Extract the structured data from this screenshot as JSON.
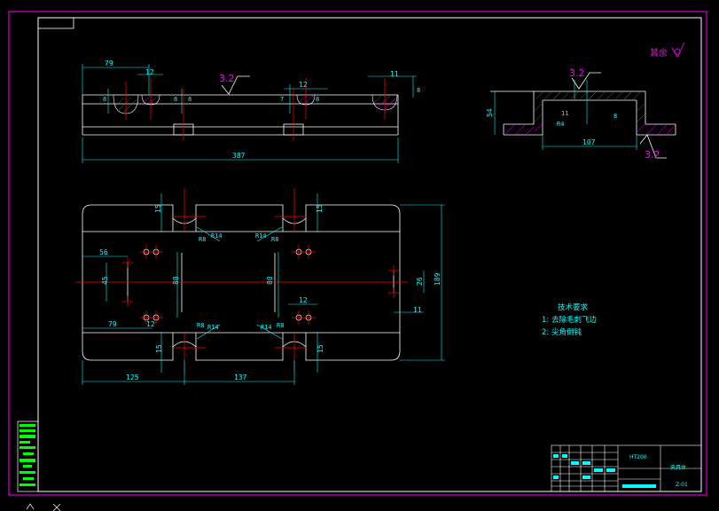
{
  "drawing": {
    "symbol_rest": "其余",
    "roughness_top": "3.2",
    "roughness_section_top": "3.2",
    "roughness_section_bottom": "3.2",
    "front_dims": {
      "left_offset": "79",
      "slot_width_left": "12",
      "slot_width_mid": "12",
      "slot_width_right": "11",
      "small_a": "8",
      "small_b": "8",
      "small_c": "8",
      "small_d": "7",
      "small_e": "8",
      "small_f": "8",
      "overall_length": "387"
    },
    "section_dims": {
      "height": "54",
      "width": "107",
      "wall": "11",
      "r_label": "R4",
      "inner": "8"
    },
    "plan_dims": {
      "top_left_slot_depth": "15",
      "top_right_slot_depth": "15",
      "bottom_left_slot_depth": "15",
      "bottom_right_slot_depth": "15",
      "r8_tl": "R8",
      "r14_tl": "R14",
      "r14_tr": "R14",
      "r8_tr": "R8",
      "r8_bl": "R8",
      "r14_bl": "R14",
      "r14_br": "R14",
      "r8_br": "R8",
      "hole_x_left": "56",
      "hole_span_left": "45",
      "hole_y_left": "80",
      "hole_y_right": "80",
      "hole_pitch_right": "12",
      "hole_pitch_left_bottom": "12",
      "left_bottom_offset": "79",
      "right_hole_span": "26",
      "right_hole_pitch": "11",
      "overall_width": "189",
      "dist_125": "125",
      "dist_137": "137"
    },
    "notes": {
      "heading": "技术要求",
      "item1": "1: 去除毛刺飞边",
      "item2": "2: 尖角倒钝"
    },
    "title_block": {
      "material": "HT200",
      "part_name": "夹具体",
      "drawing_no": "Z-01"
    }
  },
  "colors": {
    "background": "#000000",
    "outline": "#ffffff",
    "dimension": "#00ffff",
    "center_line": "#ff0000",
    "frame": "#ff00ff",
    "legend": "#00ff00"
  }
}
